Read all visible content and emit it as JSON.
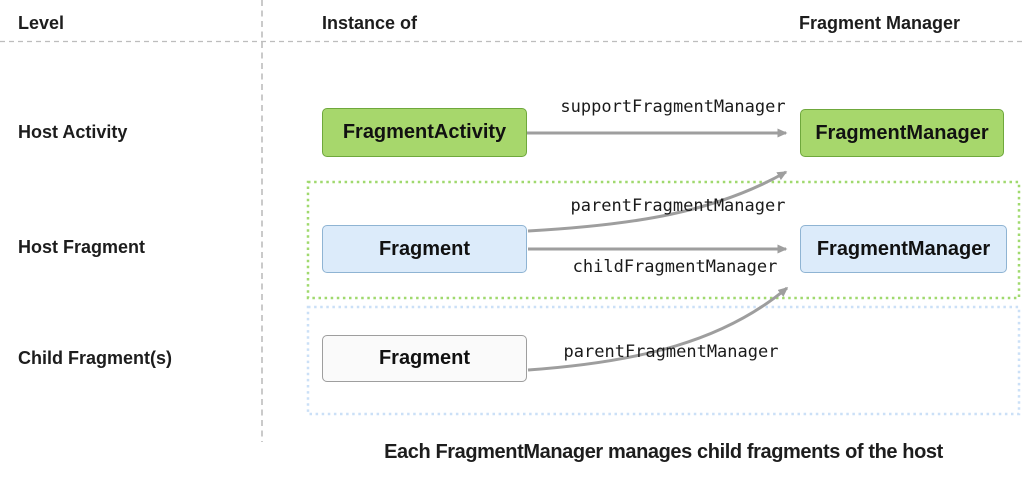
{
  "header": {
    "level": "Level",
    "instance_of": "Instance of",
    "fragment_manager": "Fragment Manager"
  },
  "row_labels": {
    "host_activity": "Host Activity",
    "host_fragment": "Host Fragment",
    "child_fragments": "Child Fragment(s)"
  },
  "nodes": {
    "fragment_activity": "FragmentActivity",
    "activity_fragment_manager": "FragmentManager",
    "host_fragment": "Fragment",
    "host_fragment_manager": "FragmentManager",
    "child_fragment": "Fragment"
  },
  "arrow_labels": {
    "support_fragment_manager": "supportFragmentManager",
    "parent_fragment_manager_host": "parentFragmentManager",
    "child_fragment_manager": "childFragmentManager",
    "parent_fragment_manager_child": "parentFragmentManager"
  },
  "caption": "Each FragmentManager manages child fragments of the host",
  "colors": {
    "activity_green_fill": "#A7D76C",
    "activity_green_border": "#6FA83C",
    "fragment_blue_fill": "#DCEBFA",
    "fragment_blue_border": "#8FB4D3",
    "child_white_fill": "#FAFAFA",
    "child_gray_border": "#9E9E9E",
    "group_green_dash": "#A0D96E",
    "group_blue_dash": "#CBE0F7",
    "arrow_gray": "#9E9E9E",
    "guide_line_gray": "#B5B5B5"
  }
}
